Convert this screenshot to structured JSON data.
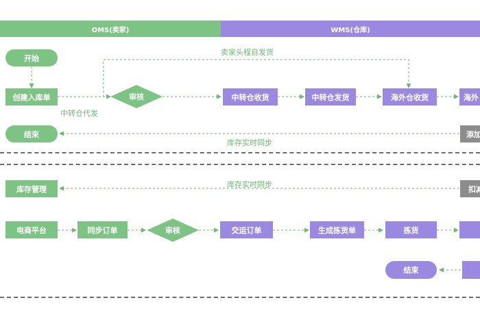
{
  "lanes": {
    "oms": "OMS(卖家)",
    "wms": "WMS(仓库)"
  },
  "flow1": {
    "start": "开始",
    "create_inbound": "创建入库单",
    "review": "审核",
    "transit_receive": "中转仓收货",
    "transit_ship": "中转仓发货",
    "overseas_receive": "海外仓收货",
    "overseas_partial": "海外",
    "end": "结束",
    "add_partial": "添加",
    "label_self_ship": "卖家头程自发货",
    "label_transit_proxy": "中转仓代发",
    "label_inventory_sync": "库存实时同步"
  },
  "flow2": {
    "inventory_mgmt": "库存管理",
    "deduct_partial": "扣减",
    "label_inventory_sync": "库存实时同步",
    "ecommerce": "电商平台",
    "sync_order": "同步订单",
    "review": "审核",
    "delivery_order": "交运订单",
    "generate_picking": "生成拣货单",
    "picking": "拣货",
    "end": "结束"
  },
  "colors": {
    "oms": "#7dc383",
    "wms": "#9b88e0",
    "system": "#8c8c8c",
    "line": "#6fb774"
  }
}
